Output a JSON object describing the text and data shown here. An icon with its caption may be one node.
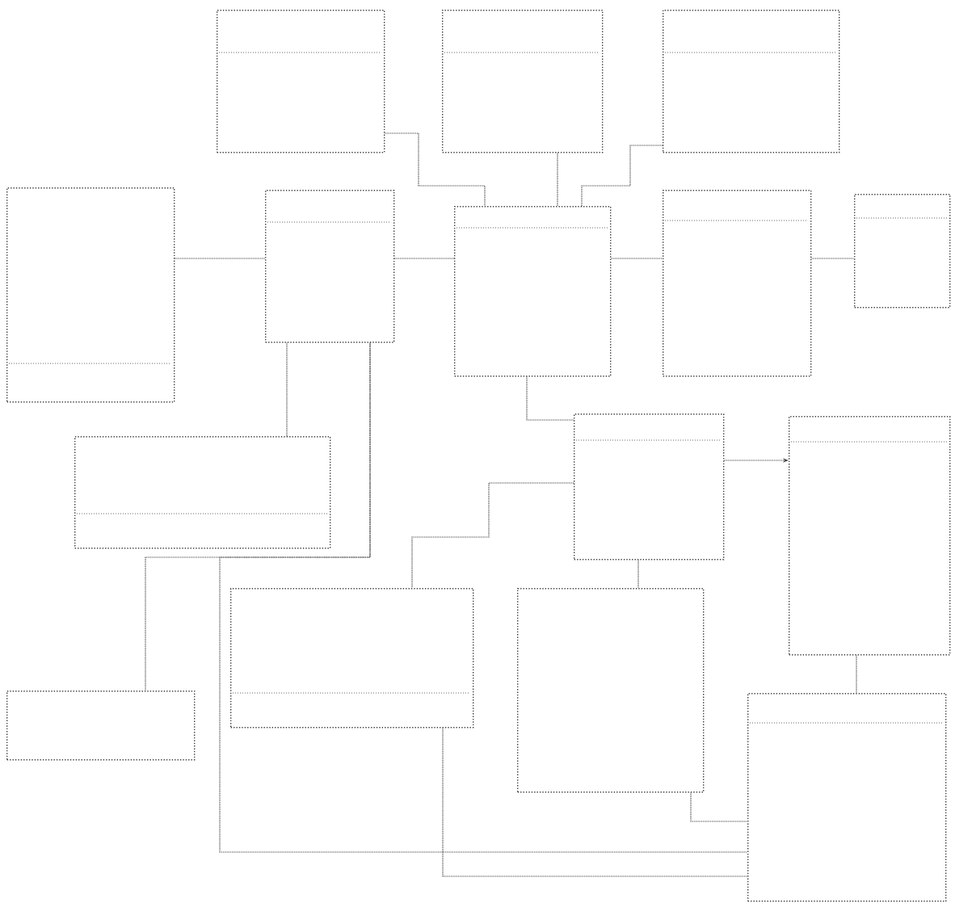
{
  "diagram": {
    "nodes": [
      {
        "text": [],
        "shape": "box"
      },
      {
        "text": [],
        "shape": "box"
      },
      {
        "text": [],
        "shape": "box"
      },
      {
        "text": [],
        "shape": "box"
      },
      {
        "text": [],
        "shape": "box"
      },
      {
        "text": [],
        "shape": "box"
      },
      {
        "text": [],
        "shape": "box"
      },
      {
        "text": [],
        "shape": "box"
      },
      {
        "text": [],
        "shape": "box"
      },
      {
        "text": [],
        "shape": "box"
      },
      {
        "text": [],
        "shape": "box"
      },
      {
        "text": [],
        "shape": "box"
      },
      {
        "text": [],
        "shape": "box"
      },
      {
        "text": [],
        "shape": "box"
      },
      {
        "text": [],
        "shape": "box"
      }
    ],
    "edges": [
      {
        "from": 0,
        "to": 5,
        "arrow": "none"
      },
      {
        "from": 1,
        "to": 5,
        "arrow": "none"
      },
      {
        "from": 2,
        "to": 5,
        "arrow": "none"
      },
      {
        "from": 3,
        "to": 4,
        "arrow": "none"
      },
      {
        "from": 4,
        "to": 5,
        "arrow": "none"
      },
      {
        "from": 5,
        "to": 6,
        "arrow": "none"
      },
      {
        "from": 6,
        "to": 7,
        "arrow": "none"
      },
      {
        "from": 4,
        "to": 8,
        "arrow": "none"
      },
      {
        "from": 4,
        "to": 11,
        "arrow": "none"
      },
      {
        "from": 4,
        "to": 14,
        "arrow": "none"
      },
      {
        "from": 5,
        "to": 9,
        "arrow": "none"
      },
      {
        "from": 9,
        "to": 12,
        "arrow": "none"
      },
      {
        "from": 9,
        "to": 10,
        "arrow": "to"
      },
      {
        "from": 9,
        "to": 13,
        "arrow": "none"
      },
      {
        "from": 10,
        "to": 14,
        "arrow": "none"
      },
      {
        "from": 13,
        "to": 14,
        "arrow": "none"
      },
      {
        "from": 12,
        "to": 14,
        "arrow": "none"
      }
    ]
  }
}
